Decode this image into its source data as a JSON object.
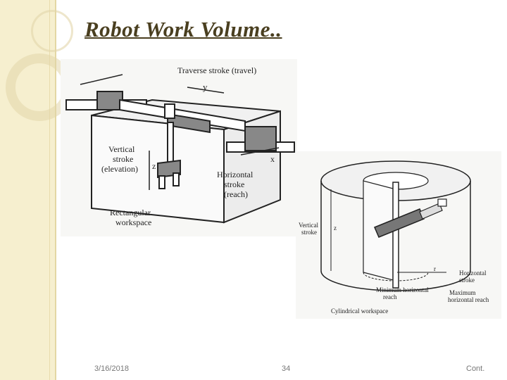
{
  "slide": {
    "title": "Robot Work Volume..",
    "footer": {
      "date": "3/16/2018",
      "page": "34",
      "note": "Cont."
    }
  },
  "figure_rect": {
    "traverse": "Traverse stroke (travel)",
    "y": "y",
    "x": "x",
    "z": "z",
    "vertical_1": "Vertical",
    "vertical_2": "stroke",
    "vertical_3": "(elevation)",
    "horizontal_1": "Horizontal",
    "horizontal_2": "stroke",
    "horizontal_3": "(reach)",
    "workspace_1": "Rectangular",
    "workspace_2": "workspace"
  },
  "figure_cyl": {
    "vertical_1": "Vertical",
    "vertical_2": "stroke",
    "z": "z",
    "r": "r",
    "horizontal_1": "Horizontal",
    "horizontal_2": "stroke",
    "min_reach_1": "Minimum horizontal",
    "min_reach_2": "reach",
    "max_reach_1": "Maximum",
    "max_reach_2": "horizontal reach",
    "workspace": "Cylindrical workspace"
  }
}
